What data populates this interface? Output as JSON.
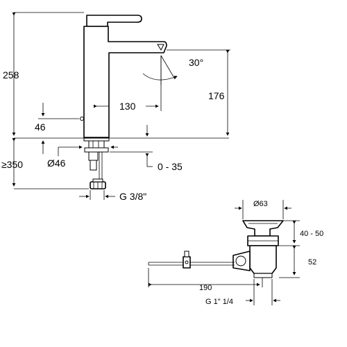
{
  "faucet": {
    "height_total": "258",
    "spout_height": "176",
    "spout_reach": "130",
    "base_height": "46",
    "swivel_angle": "30°",
    "base_diameter": "Ø46",
    "deck_thickness": "0 - 35",
    "hose_length": "≥350",
    "connection_thread": "G 3/8\""
  },
  "drain": {
    "flange_diameter": "Ø63",
    "depth": "40 - 50",
    "body_height": "52",
    "rod_length": "190",
    "thread": "G 1\" 1/4"
  }
}
